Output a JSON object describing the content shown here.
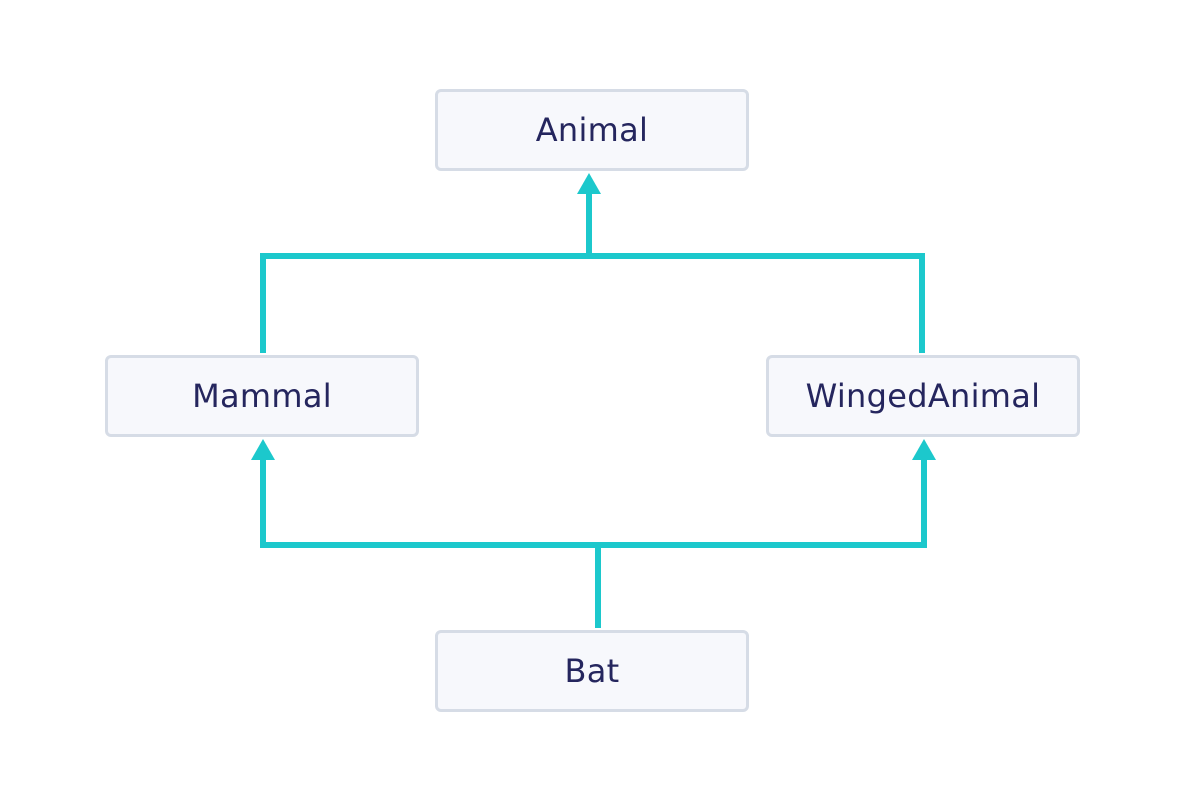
{
  "diagram": {
    "nodes": {
      "animal": "Animal",
      "mammal": "Mammal",
      "winged_animal": "WingedAnimal",
      "bat": "Bat"
    },
    "edges": [
      {
        "from": "mammal",
        "to": "animal"
      },
      {
        "from": "winged_animal",
        "to": "animal"
      },
      {
        "from": "bat",
        "to": "mammal"
      },
      {
        "from": "bat",
        "to": "winged_animal"
      }
    ],
    "connector_color": "#1cc8cc",
    "node_fill": "#f7f8fc",
    "node_border": "#d6dce6",
    "text_color": "#25265e"
  }
}
